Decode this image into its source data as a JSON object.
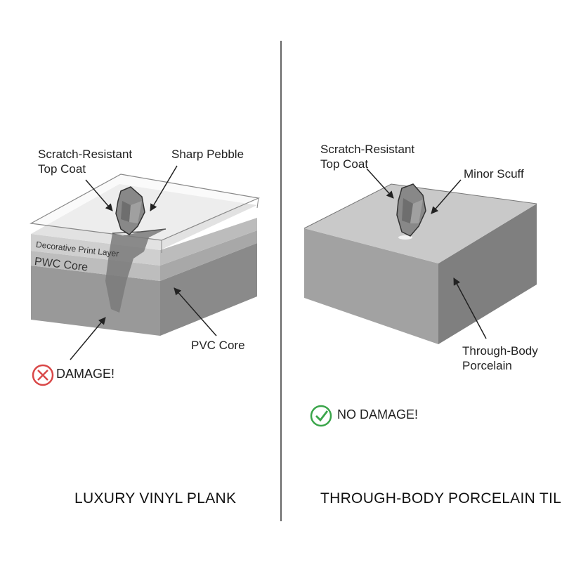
{
  "left_panel": {
    "title": "LUXURY VINYL PLANK",
    "labels": {
      "top_coat": "Scratch-Resistant\nTop Coat",
      "pebble": "Sharp Pebble",
      "print_layer": "Decorative Print Layer",
      "core_layer": "PWC Core",
      "core_callout": "PVC Core"
    },
    "status": {
      "text": "DAMAGE!",
      "icon": "x-circle-icon",
      "color": "#d94848"
    }
  },
  "right_panel": {
    "title": "THROUGH-BODY PORCELAIN TILE",
    "labels": {
      "top_coat": "Scratch-Resistant\nTop Coat",
      "scuff": "Minor Scuff",
      "body": "Through-Body\nPorcelain"
    },
    "status": {
      "text": "NO DAMAGE!",
      "icon": "check-circle-icon",
      "color": "#3aa54a"
    }
  }
}
